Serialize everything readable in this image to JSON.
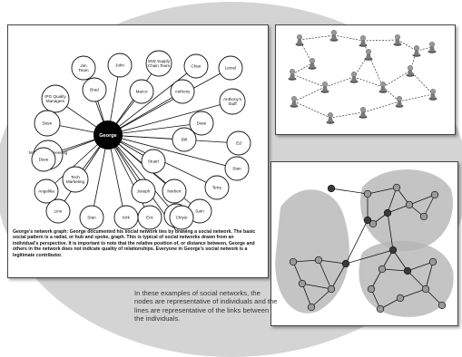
{
  "george_graph": {
    "center": "George",
    "nodes": [
      "Jim Team",
      "John",
      "WW Supply Chain Team",
      "Chee",
      "Lionel",
      "IPG Quality Managers",
      "Brad",
      "Marco",
      "Anthony",
      "Anthony's Staff",
      "Dave",
      "Dave",
      "Material Engineering Team",
      "Ed",
      "Dave",
      "Bill",
      "Stuart",
      "Stan",
      "Angelika",
      "Tech Marketing",
      "Terry",
      "Joseph",
      "Norbert",
      "Sam",
      "Lino",
      "Stan",
      "Kirk",
      "Eric",
      "Paola",
      "Chiyui"
    ],
    "caption": "George's network graph: George documented his social network ties by drawing a social network. The basic social pattern is a radial, or hub and spoke, graph. This is typical of social networks drawn from an individual's perspective. It is important to note that the relative position of, or distance between, George and others in the network does not indicate quality of relationships. Everyone in George's social network is a legitimate contributor."
  },
  "explanation": "In these examples of social networks, the nodes are representative of individuals and the lines are representative of the links between the individuals.",
  "colors": {
    "background": "#d4d4d4",
    "hub": "#000000",
    "node_gray": "#9a9a9a",
    "node_dark": "#3a3a3a",
    "cluster": "#b5b5b5"
  }
}
